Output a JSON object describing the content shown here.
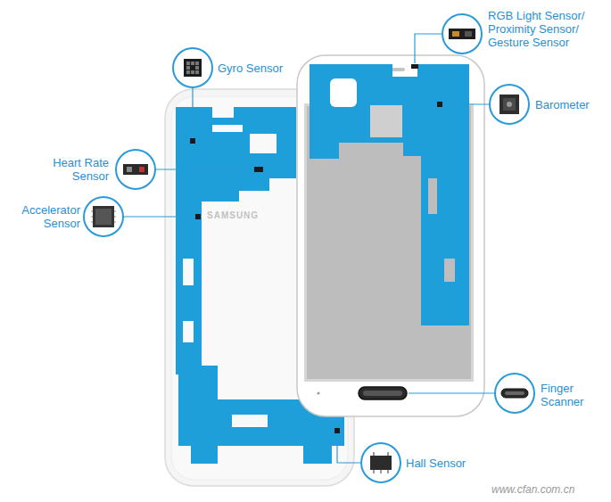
{
  "diagram": {
    "labels": [
      "Gyro Sensor",
      "RGB Light Sensor/ Proximity Sensor/ Gesture Sensor",
      "Barometer",
      "Heart Rate Sensor",
      "Accelerator Sensor",
      "SAMSUNG",
      "Finger Scanner",
      "Hall Sensor",
      "www.cfan.com.cn"
    ]
  }
}
